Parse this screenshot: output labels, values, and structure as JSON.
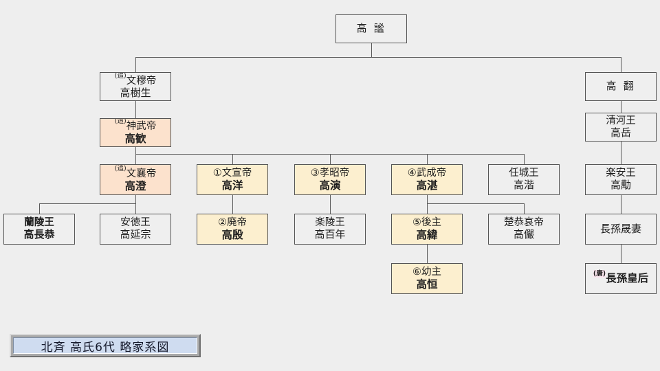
{
  "title_plate": {
    "text": "北斉  高氏6代  略家系図"
  },
  "colors": {
    "background": "#eeeeee",
    "line": "#5a5a5a",
    "box_border": "#555555",
    "fill_plain": "#efefef",
    "fill_peach": "#fce2cd",
    "fill_yellow": "#fcefcf",
    "title_fill": "#cfdcf0",
    "title_frame": "#a9a9a9",
    "tang_mark": "#fbe6ef"
  },
  "nodes": {
    "gao_mi": {
      "line1": "高 謐",
      "line2": ""
    },
    "wenmu": {
      "sup": "(追)",
      "line1": "文穆帝",
      "line2": "高樹生"
    },
    "shenwu": {
      "sup": "(追)",
      "line1": "神武帝",
      "line2": "高歓"
    },
    "wenxiang": {
      "sup": "(追)",
      "line1": "文襄帝",
      "line2": "高澄"
    },
    "wenxuan": {
      "line1": "①文宣帝",
      "line2": "高洋"
    },
    "xiaozhao": {
      "line1": "③孝昭帝",
      "line2": "高演"
    },
    "wucheng": {
      "line1": "④武成帝",
      "line2": "高湛"
    },
    "rencheng": {
      "line1": "任城王",
      "line2": "高湝"
    },
    "lanling": {
      "line1": "蘭陵王",
      "line2": "高長恭"
    },
    "ande": {
      "line1": "安徳王",
      "line2": "高延宗"
    },
    "feidi": {
      "line1": "②廃帝",
      "line2": "高殷"
    },
    "laling": {
      "line1": "楽陵王",
      "line2": "高百年"
    },
    "houzhu": {
      "line1": "⑤後主",
      "line2": "高緯"
    },
    "chugong": {
      "line1": "楚恭哀帝",
      "line2": "高儼"
    },
    "youzhu": {
      "line1": "⑥幼主",
      "line2": "高恒"
    },
    "gao_fan": {
      "line1": "高 翻",
      "line2": ""
    },
    "qinghe": {
      "line1": "清河王",
      "line2": "高岳"
    },
    "lean": {
      "line1": "楽安王",
      "line2": "高勱"
    },
    "zhangsun_wife": {
      "line1": "長孫晟妻",
      "line2": ""
    },
    "zhangsun_empress": {
      "sup": "(唐)",
      "line1": "長孫皇后",
      "line2": ""
    }
  }
}
